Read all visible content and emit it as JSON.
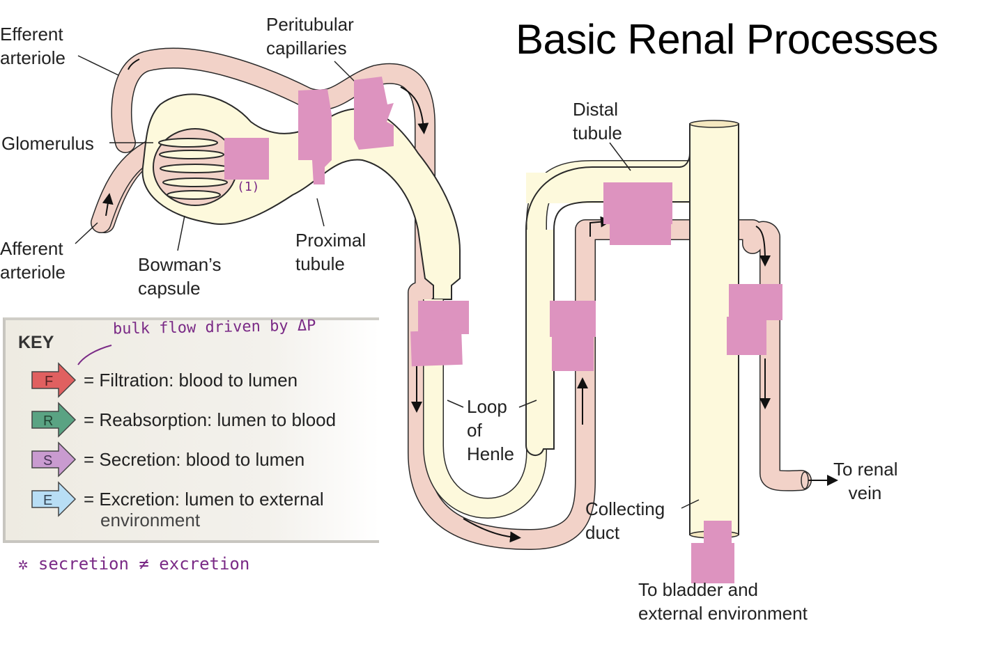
{
  "title": "Basic Renal Processes",
  "labels": {
    "efferent_arteriole": "Efferent\narteriole",
    "peritubular_capillaries": "Peritubular\ncapillaries",
    "glomerulus": "Glomerulus",
    "afferent_arteriole": "Afferent\narteriole",
    "bowmans_capsule": "Bowman’s\ncapsule",
    "proximal_tubule": "Proximal\ntubule",
    "distal_tubule": "Distal\ntubule",
    "loop_of_henle": "Loop\nof\nHenle",
    "collecting_duct": "Collecting\nduct",
    "to_renal_vein": "To renal\n   vein",
    "to_bladder": "To bladder and\nexternal environment"
  },
  "key": {
    "title": "KEY",
    "items": [
      {
        "letter": "F",
        "color": "#e06060",
        "text": "= Filtration: blood to lumen"
      },
      {
        "letter": "R",
        "color": "#5aa383",
        "text": "= Reabsorption: lumen to blood"
      },
      {
        "letter": "S",
        "color": "#c99bd0",
        "text": "= Secretion: blood to lumen"
      },
      {
        "letter": "E",
        "color": "#b8def5",
        "text": "= Excretion: lumen to external"
      }
    ],
    "continuation": "environment"
  },
  "annotations": {
    "bulk_flow": "bulk flow driven by ΔP",
    "marker_1": "(1)",
    "secretion_note": "✲ secretion ≠ excretion"
  },
  "colors": {
    "tubule": "#fdf9dc",
    "vessel": "#f2d2c8",
    "redaction": "#dd93bf",
    "ink": "#7a2a86"
  }
}
